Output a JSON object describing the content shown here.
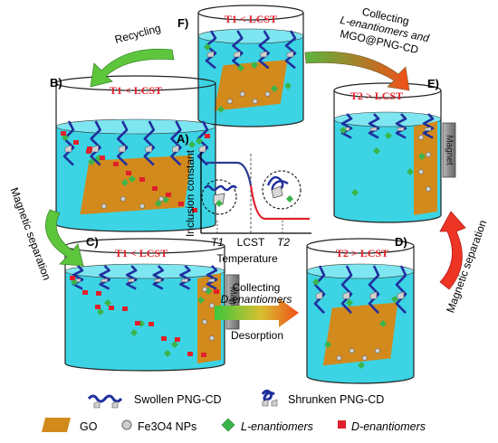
{
  "panels": {
    "a": "A)",
    "b": "B)",
    "c": "C)",
    "d": "D)",
    "e": "E)",
    "f": "F)"
  },
  "conditions": {
    "b": "T1 < LCST",
    "c": "T1 < LCST",
    "d": "T2 > LCST",
    "e": "T2 > LCST",
    "f": "T1 < LCST"
  },
  "magnet_label": "Magnet",
  "arrows": {
    "recycling": "Recycling",
    "collecting_l_line1": "Collecting",
    "collecting_l_line2": "L-enantiomers and",
    "collecting_l_line3": "MGO@PNG-CD",
    "magnetic_separation_left": "Magnetic separation",
    "magnetic_separation_right": "Magnetic separation",
    "collecting_d_line1": "Collecting",
    "collecting_d_line2": "D-enantiomers",
    "desorption": "Desorption"
  },
  "graph": {
    "ylabel": "Inclusion constant",
    "xlabel": "Temperature",
    "tick_t1": "T1",
    "tick_lcst": "LCST",
    "tick_t2": "T2"
  },
  "legend": {
    "swollen": "Swollen  PNG-CD",
    "shrunken": "Shrunken  PNG-CD",
    "go": "GO",
    "fe3o4": "Fe3O4 NPs",
    "l_enantiomers": "L-enantiomers",
    "d_enantiomers": "D-enantiomers"
  },
  "colors": {
    "water": "#3cd4e4",
    "go_sheet": "#d28a1c",
    "polymer": "#1f2f9e",
    "l_marker": "#3ab54a",
    "d_marker": "#e0202a",
    "condition_text": "#e0202a",
    "curve": "#2b3c8f",
    "curve_high": "#e0202a"
  }
}
